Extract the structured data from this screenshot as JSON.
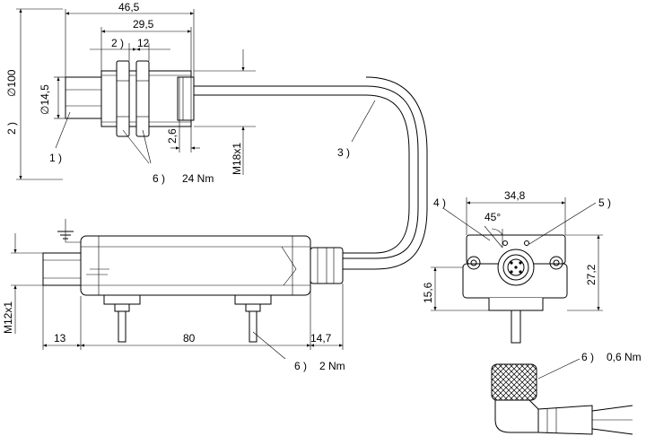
{
  "labels": {
    "dim_46_5": "46,5",
    "dim_29_5": "29,5",
    "note_2_top": "2 )",
    "dim_12": "12",
    "dia_100": "∅100",
    "dia_14_5": "∅14,5",
    "note_2_left": "2 )",
    "note_1": "1 )",
    "dim_2_6": "2,6",
    "thread_m18": "M18x1",
    "note_3": "3 )",
    "note_6_nuts": "6 )",
    "torque_24": "24 Nm",
    "note_4": "4 )",
    "dim_34_8": "34,8",
    "note_5": "5 )",
    "angle_45": "45°",
    "dim_27_2": "27,2",
    "dim_15_6": "15,6",
    "thread_m12": "M12x1",
    "dim_13": "13",
    "dim_80": "80",
    "dim_14_7": "14,7",
    "note_6_amp": "6 )",
    "torque_2": "2 Nm",
    "note_6_conn": "6 )",
    "torque_0_6": "0,6 Nm"
  }
}
